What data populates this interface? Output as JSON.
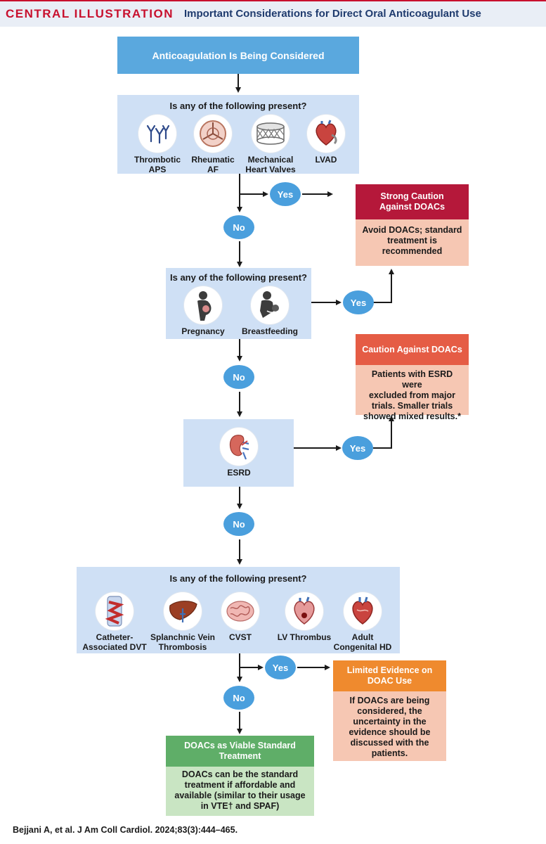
{
  "header": {
    "label": "CENTRAL ILLUSTRATION",
    "title": "Important Considerations for Direct Oral Anticoagulant Use"
  },
  "start": {
    "label": "Anticoagulation Is Being Considered"
  },
  "q1": {
    "title": "Is any of the following present?",
    "items": [
      {
        "label": "Thrombotic\nAPS",
        "icon": "antibody-icon"
      },
      {
        "label": "Rheumatic\nAF",
        "icon": "heart-valve-icon"
      },
      {
        "label": "Mechanical\nHeart Valves",
        "icon": "mechanical-valve-icon"
      },
      {
        "label": "LVAD",
        "icon": "lvad-heart-icon"
      }
    ]
  },
  "q2": {
    "title": "Is any of the following present?",
    "items": [
      {
        "label": "Pregnancy",
        "icon": "pregnancy-icon"
      },
      {
        "label": "Breastfeeding",
        "icon": "breastfeeding-icon"
      }
    ]
  },
  "q3": {
    "items": [
      {
        "label": "ESRD",
        "icon": "kidney-icon"
      }
    ]
  },
  "q4": {
    "title": "Is any of the following present?",
    "items": [
      {
        "label": "Catheter-\nAssociated DVT",
        "icon": "vein-clot-icon"
      },
      {
        "label": "Splanchnic Vein\nThrombosis",
        "icon": "liver-icon"
      },
      {
        "label": "CVST",
        "icon": "brain-icon"
      },
      {
        "label": "LV Thrombus",
        "icon": "lv-thrombus-icon"
      },
      {
        "label": "Adult\nCongenital HD",
        "icon": "congenital-heart-icon"
      }
    ]
  },
  "bubbles": {
    "yes": "Yes",
    "no": "No"
  },
  "outcomes": {
    "strong": {
      "title": "Strong Caution\nAgainst DOACs",
      "body": "Avoid DOACs; standard\ntreatment is\nrecommended"
    },
    "caution": {
      "title": "Caution Against DOACs",
      "body": "Patients with ESRD were\nexcluded from major\ntrials. Smaller trials\nshowed mixed results.*"
    },
    "limited": {
      "title": "Limited Evidence on\nDOAC Use",
      "body": "If DOACs are being\nconsidered, the\nuncertainty in the\nevidence should be\ndiscussed with the\npatients."
    },
    "viable": {
      "title": "DOACs as Viable Standard\nTreatment",
      "body": "DOACs can be the standard\ntreatment if affordable and\navailable (similar to their usage\nin VTE† and SPAF)"
    }
  },
  "colors": {
    "strong_header": "#b5183a",
    "caution_header": "#e55c45",
    "limited_header": "#ef8a2e",
    "viable_header": "#5fae68",
    "outcome_body": "#f6c7b3",
    "viable_body": "#c9e5c3",
    "question_box": "#cfe0f5",
    "start_box": "#5aa8de"
  },
  "citation": "Bejjani A, et al. J Am Coll Cardiol. 2024;83(3):444–465."
}
